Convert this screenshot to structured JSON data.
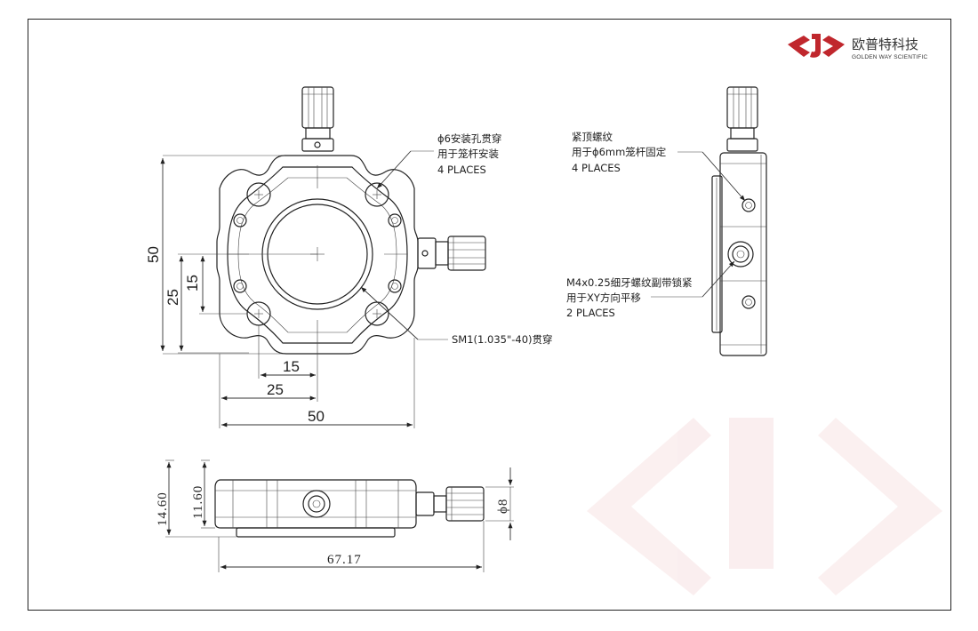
{
  "brand": {
    "name_cn": "欧普特科技",
    "name_en": "GOLDEN WAY SCIENTIFIC",
    "logo_color": "#c0272d"
  },
  "front_view": {
    "dim_height_total": "50",
    "dim_height_hole": "25",
    "dim_height_center": "15",
    "dim_width_center": "15",
    "dim_width_hole": "25",
    "dim_width_total": "50",
    "note_mount_line1": "ϕ6安装孔贯穿",
    "note_mount_line2": "用于笼杆安装",
    "note_mount_line3": "4 PLACES",
    "note_thread": "SM1(1.035\"-40)贯穿"
  },
  "side_view": {
    "note_setscrew_line1": "紧顶螺纹",
    "note_setscrew_line2": "用于ϕ6mm笼杆固定",
    "note_setscrew_line3": "4 PLACES",
    "note_adjuster_line1": "M4x0.25细牙螺纹副带锁紧",
    "note_adjuster_line2": "用于XY方向平移",
    "note_adjuster_line3": "2 PLACES"
  },
  "bottom_view": {
    "dim_height_total": "14.60",
    "dim_height_body": "11.60",
    "dim_knob_dia": "ϕ8",
    "dim_length": "67.17"
  }
}
